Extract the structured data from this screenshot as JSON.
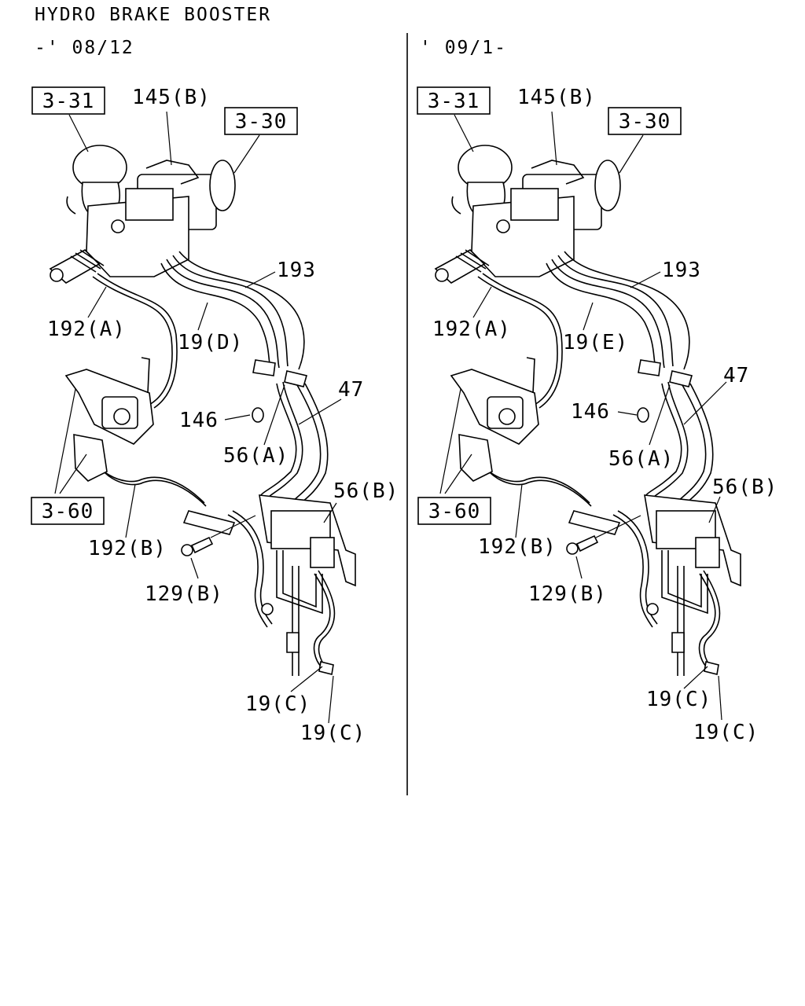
{
  "title": "HYDRO BRAKE BOOSTER",
  "colors": {
    "ink": "#000000",
    "paper": "#ffffff"
  },
  "left": {
    "period": "-' 08/12",
    "refs": {
      "r1": "3-31",
      "r2": "3-30",
      "r3": "3-60"
    },
    "labels": {
      "l145b": "145(B)",
      "l193": "193",
      "l192a": "192(A)",
      "l19x": "19(D)",
      "l47": "47",
      "l146": "146",
      "l56a": "56(A)",
      "l56b": "56(B)",
      "l192b": "192(B)",
      "l129b": "129(B)",
      "l19c1": "19(C)",
      "l19c2": "19(C)"
    }
  },
  "right": {
    "period": "' 09/1-",
    "refs": {
      "r1": "3-31",
      "r2": "3-30",
      "r3": "3-60"
    },
    "labels": {
      "l145b": "145(B)",
      "l193": "193",
      "l192a": "192(A)",
      "l19x": "19(E)",
      "l47": "47",
      "l146": "146",
      "l56a": "56(A)",
      "l56b": "56(B)",
      "l192b": "192(B)",
      "l129b": "129(B)",
      "l19c1": "19(C)",
      "l19c2": "19(C)"
    }
  }
}
